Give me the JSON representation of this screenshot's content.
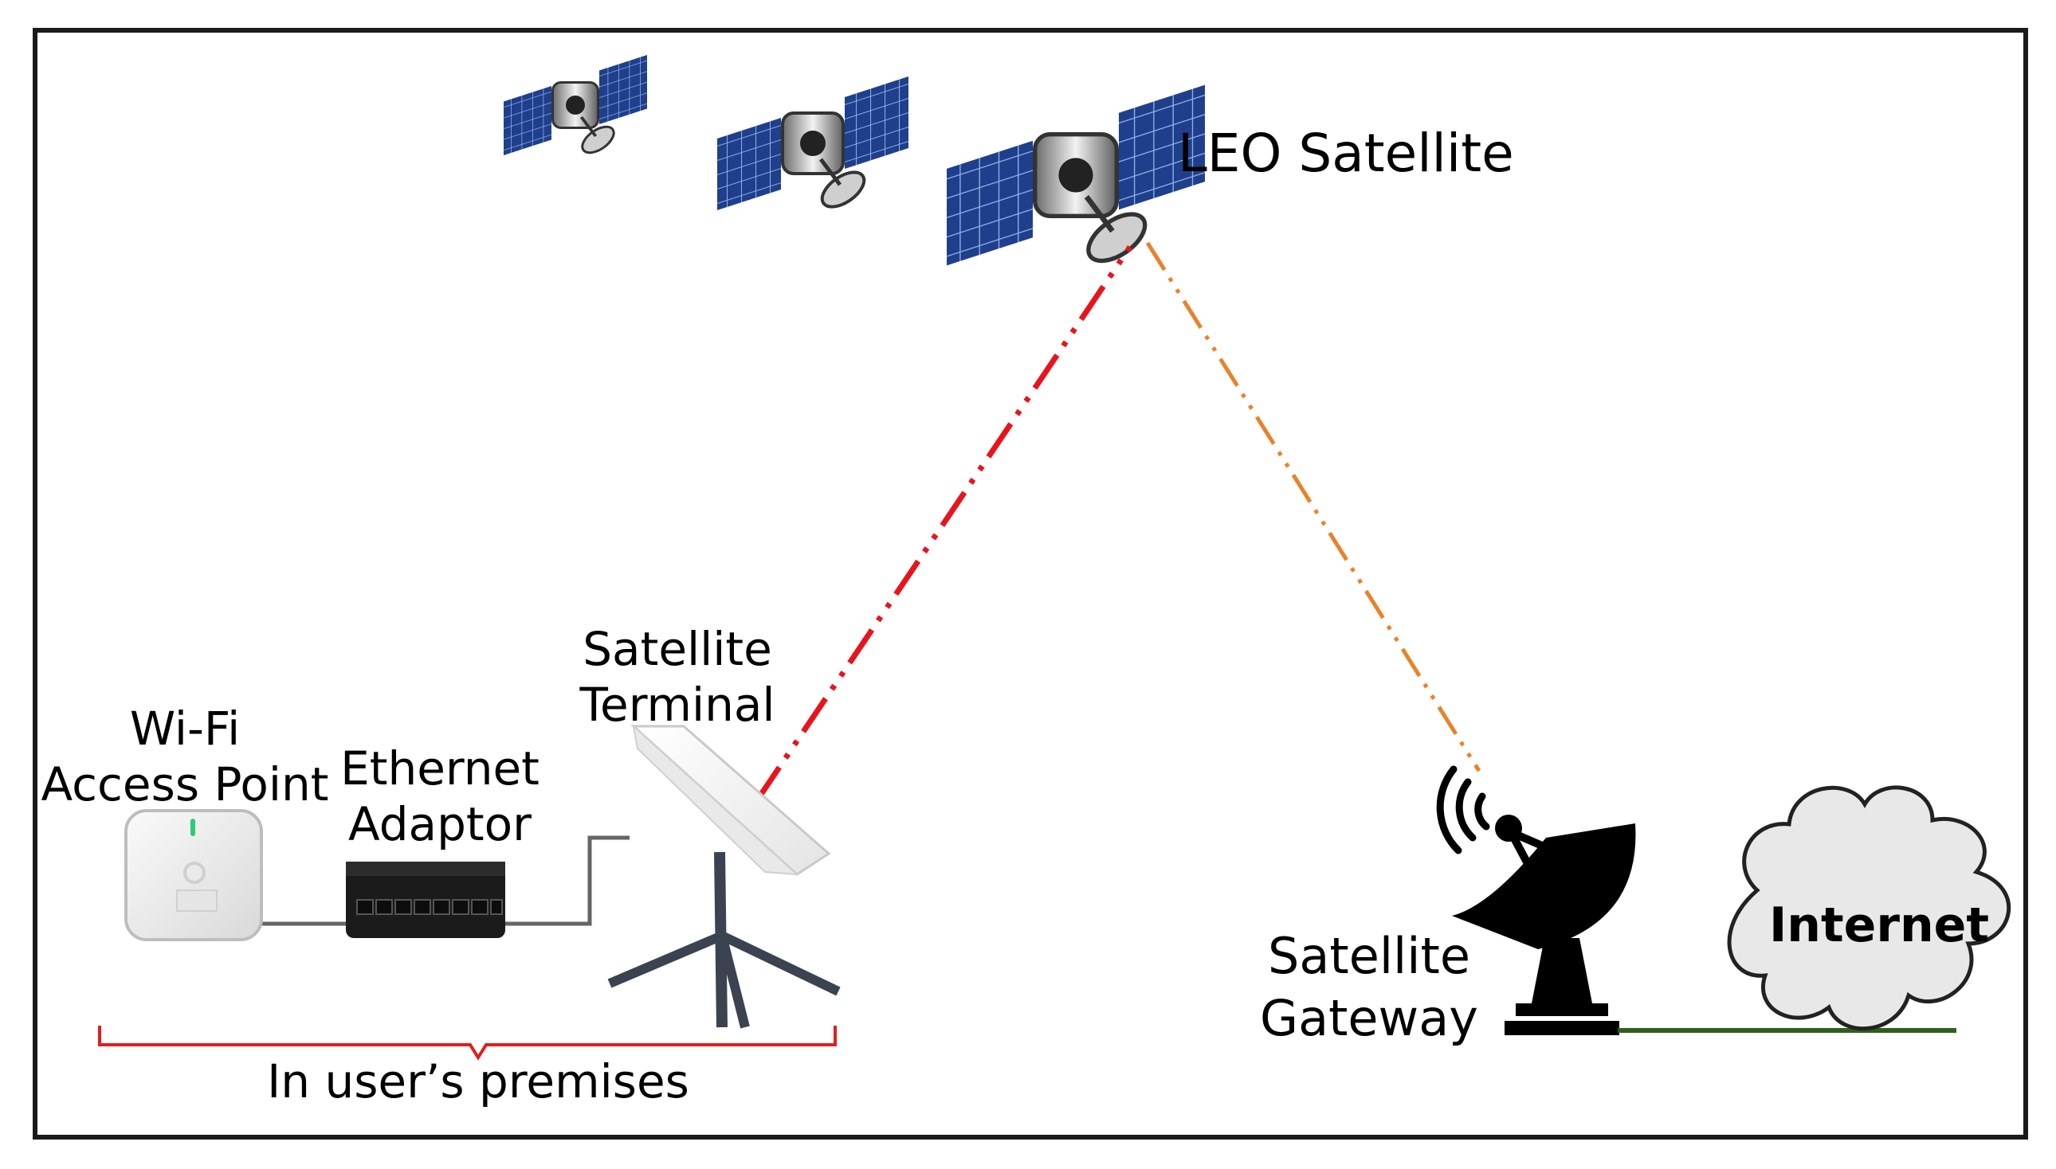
{
  "labels": {
    "leo_satellite": "LEO Satellite",
    "satellite_terminal_line1": "Satellite",
    "satellite_terminal_line2": "Terminal",
    "wifi_line1": "Wi-Fi",
    "wifi_line2": "Access Point",
    "ethernet_line1": "Ethernet",
    "ethernet_line2": "Adaptor",
    "gateway_line1": "Satellite",
    "gateway_line2": "Gateway",
    "internet": "Internet",
    "premises": "In user’s premises"
  },
  "colors": {
    "terminal_link": "#e8141c",
    "gateway_link": "#e8822a",
    "internet_link": "#2f5f1c",
    "premises_brace": "#e01e1e",
    "border": "#1a1a1a",
    "cable": "#666666"
  },
  "icons": {
    "satellite": "satellite-icon",
    "dish_terminal": "satellite-terminal-icon",
    "wifi_ap": "wifi-access-point-icon",
    "ethernet": "ethernet-switch-icon",
    "gateway": "satellite-gateway-dish-icon",
    "cloud": "cloud-icon"
  }
}
